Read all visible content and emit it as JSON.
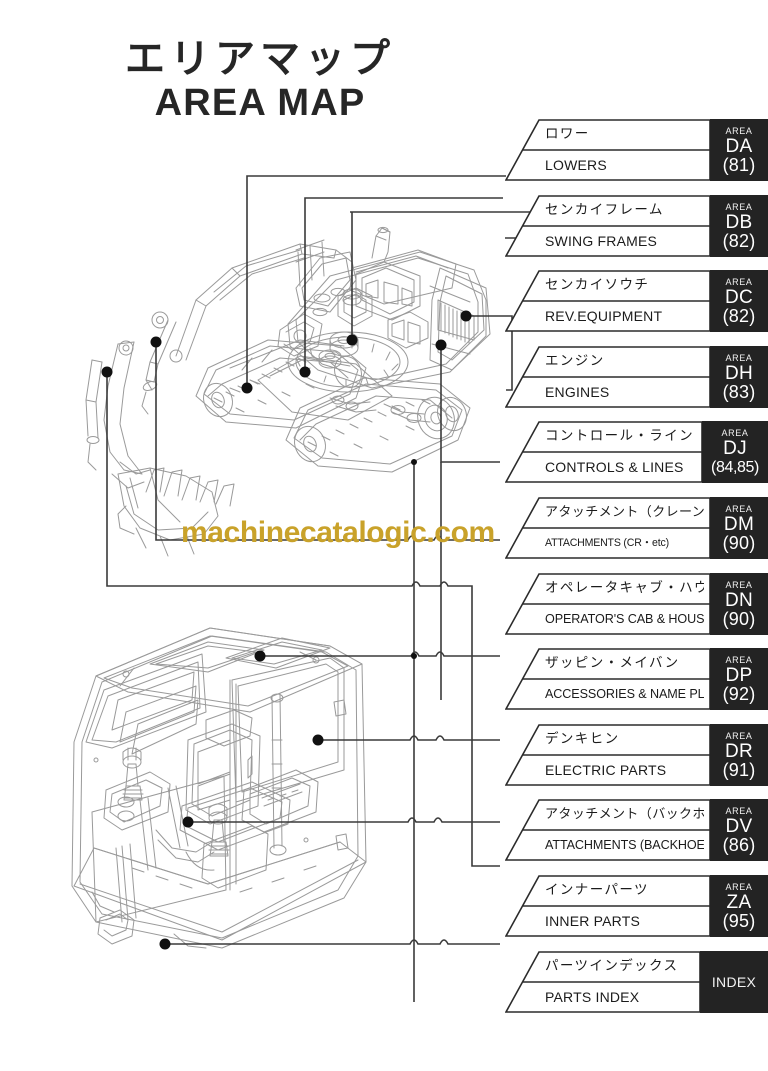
{
  "title": {
    "jp": "エリアマップ",
    "en": "AREA MAP"
  },
  "watermark": {
    "text": "machinecatalogic.com",
    "color": "#c9a22a"
  },
  "colors": {
    "area_box_bg": "#232323",
    "area_box_text": "#ffffff",
    "line": "#3a3a3a",
    "artwork_line": "#9a9a9a",
    "marker": "#111111",
    "page_bg": "#ffffff"
  },
  "legend": {
    "area_caption": "AREA",
    "rows": [
      {
        "jp": "ロワー",
        "en": "LOWERS",
        "caption": "AREA",
        "code": "DA",
        "page": "(81)",
        "index": false
      },
      {
        "jp": "センカイフレーム",
        "en": "SWING FRAMES",
        "caption": "AREA",
        "code": "DB",
        "page": "(82)",
        "index": false
      },
      {
        "jp": "センカイソウチ",
        "en": "REV.EQUIPMENT",
        "caption": "AREA",
        "code": "DC",
        "page": "(82)",
        "index": false
      },
      {
        "jp": "エンジン",
        "en": "ENGINES",
        "caption": "AREA",
        "code": "DH",
        "page": "(83)",
        "index": false
      },
      {
        "jp": "コントロール・ライン",
        "en": "CONTROLS & LINES",
        "caption": "AREA",
        "code": "DJ",
        "page": "(84,85)",
        "index": false
      },
      {
        "jp": "アタッチメント（クレーン・他）",
        "en": "ATTACHMENTS (CR・etc)",
        "caption": "AREA",
        "code": "DM",
        "page": "(90)",
        "index": false
      },
      {
        "jp": "オペレータキャブ・ハウス",
        "en": "OPERATOR'S CAB & HOUSE",
        "caption": "AREA",
        "code": "DN",
        "page": "(90)",
        "index": false
      },
      {
        "jp": "ザッピン・メイバン",
        "en": "ACCESSORIES & NAME PLATES",
        "caption": "AREA",
        "code": "DP",
        "page": "(92)",
        "index": false
      },
      {
        "jp": "デンキヒン",
        "en": "ELECTRIC PARTS",
        "caption": "AREA",
        "code": "DR",
        "page": "(91)",
        "index": false
      },
      {
        "jp": "アタッチメント（バックホー）",
        "en": "ATTACHMENTS (BACKHOE)",
        "caption": "AREA",
        "code": "DV",
        "page": "(86)",
        "index": false
      },
      {
        "jp": "インナーパーツ",
        "en": "INNER PARTS",
        "caption": "AREA",
        "code": "ZA",
        "page": "(95)",
        "index": false
      },
      {
        "jp": "パーツインデックス",
        "en": "PARTS INDEX",
        "caption": "INDEX",
        "code": "",
        "page": "",
        "index": true
      }
    ]
  },
  "illustration": {
    "upper": {
      "name": "hydraulic-excavator-upper-structure"
    },
    "lower": {
      "name": "operator-cab-interior"
    },
    "markers": 11
  }
}
